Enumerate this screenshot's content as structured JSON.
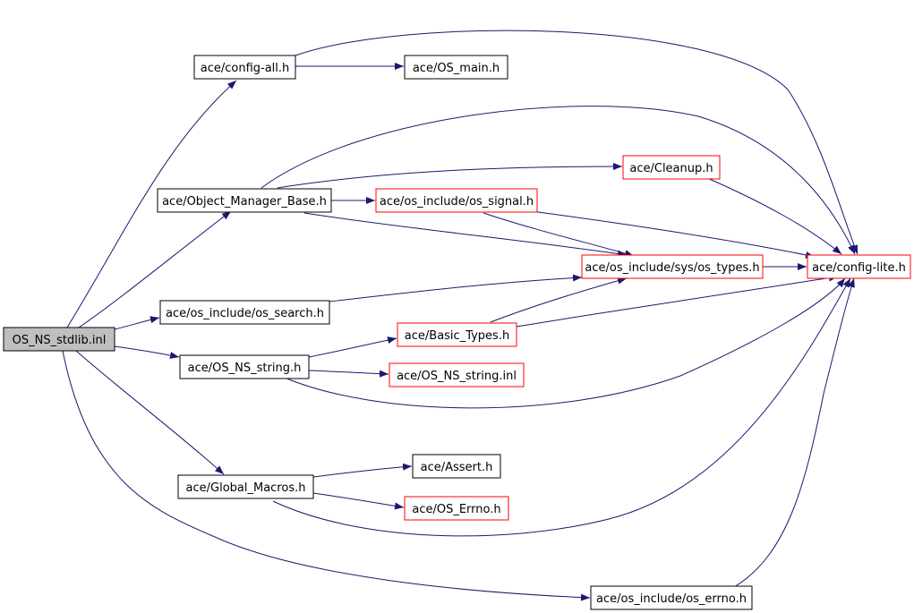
{
  "colors": {
    "edge": "#191970",
    "border_black": "#000000",
    "border_red": "#ff0000",
    "root_fill": "#bfbfbf",
    "node_fill": "#ffffff"
  },
  "nodes": [
    {
      "id": "os-ns-stdlib-inl",
      "label": "OS_NS_stdlib.inl",
      "border": "black",
      "root": true
    },
    {
      "id": "config-all-h",
      "label": "ace/config-all.h",
      "border": "black"
    },
    {
      "id": "os-main-h",
      "label": "ace/OS_main.h",
      "border": "black"
    },
    {
      "id": "object-manager-base-h",
      "label": "ace/Object_Manager_Base.h",
      "border": "black"
    },
    {
      "id": "cleanup-h",
      "label": "ace/Cleanup.h",
      "border": "red"
    },
    {
      "id": "os-signal-h",
      "label": "ace/os_include/os_signal.h",
      "border": "red"
    },
    {
      "id": "os-types-h",
      "label": "ace/os_include/sys/os_types.h",
      "border": "red"
    },
    {
      "id": "config-lite-h",
      "label": "ace/config-lite.h",
      "border": "red"
    },
    {
      "id": "os-search-h",
      "label": "ace/os_include/os_search.h",
      "border": "black"
    },
    {
      "id": "basic-types-h",
      "label": "ace/Basic_Types.h",
      "border": "red"
    },
    {
      "id": "os-ns-string-h",
      "label": "ace/OS_NS_string.h",
      "border": "black"
    },
    {
      "id": "os-ns-string-inl",
      "label": "ace/OS_NS_string.inl",
      "border": "red"
    },
    {
      "id": "global-macros-h",
      "label": "ace/Global_Macros.h",
      "border": "black"
    },
    {
      "id": "assert-h",
      "label": "ace/Assert.h",
      "border": "black"
    },
    {
      "id": "os-errno-h",
      "label": "ace/OS_Errno.h",
      "border": "red"
    },
    {
      "id": "os-include-os-errno-h",
      "label": "ace/os_include/os_errno.h",
      "border": "black"
    }
  ],
  "edges": [
    {
      "from": "os-ns-stdlib-inl",
      "to": "config-all-h"
    },
    {
      "from": "os-ns-stdlib-inl",
      "to": "object-manager-base-h"
    },
    {
      "from": "os-ns-stdlib-inl",
      "to": "os-search-h"
    },
    {
      "from": "os-ns-stdlib-inl",
      "to": "os-ns-string-h"
    },
    {
      "from": "os-ns-stdlib-inl",
      "to": "global-macros-h"
    },
    {
      "from": "os-ns-stdlib-inl",
      "to": "os-include-os-errno-h"
    },
    {
      "from": "config-all-h",
      "to": "os-main-h"
    },
    {
      "from": "config-all-h",
      "to": "config-lite-h"
    },
    {
      "from": "object-manager-base-h",
      "to": "config-lite-h"
    },
    {
      "from": "object-manager-base-h",
      "to": "cleanup-h"
    },
    {
      "from": "object-manager-base-h",
      "to": "os-signal-h"
    },
    {
      "from": "object-manager-base-h",
      "to": "os-types-h"
    },
    {
      "from": "cleanup-h",
      "to": "config-lite-h"
    },
    {
      "from": "os-signal-h",
      "to": "config-lite-h"
    },
    {
      "from": "os-signal-h",
      "to": "os-types-h"
    },
    {
      "from": "os-types-h",
      "to": "config-lite-h"
    },
    {
      "from": "os-search-h",
      "to": "os-types-h"
    },
    {
      "from": "os-ns-string-h",
      "to": "basic-types-h"
    },
    {
      "from": "os-ns-string-h",
      "to": "os-ns-string-inl"
    },
    {
      "from": "os-ns-string-h",
      "to": "config-lite-h"
    },
    {
      "from": "basic-types-h",
      "to": "os-types-h"
    },
    {
      "from": "basic-types-h",
      "to": "config-lite-h"
    },
    {
      "from": "global-macros-h",
      "to": "assert-h"
    },
    {
      "from": "global-macros-h",
      "to": "os-errno-h"
    },
    {
      "from": "global-macros-h",
      "to": "config-lite-h"
    },
    {
      "from": "os-include-os-errno-h",
      "to": "config-lite-h"
    }
  ]
}
